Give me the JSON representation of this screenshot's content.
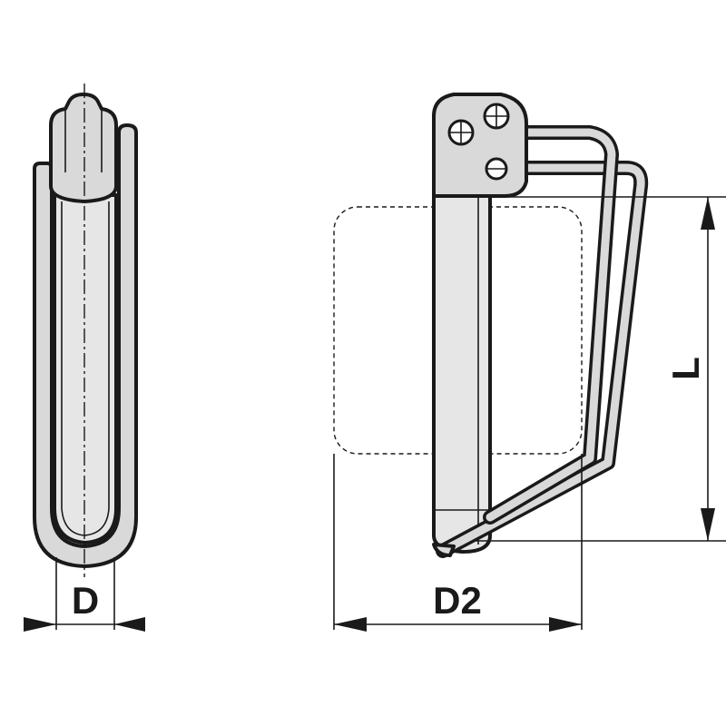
{
  "drawing": {
    "dimensions": {
      "d": "D",
      "d2": "D2",
      "l": "L"
    },
    "colors": {
      "line": "#1a1a1a",
      "fill": "#d9d9d9",
      "background": "#ffffff"
    }
  }
}
